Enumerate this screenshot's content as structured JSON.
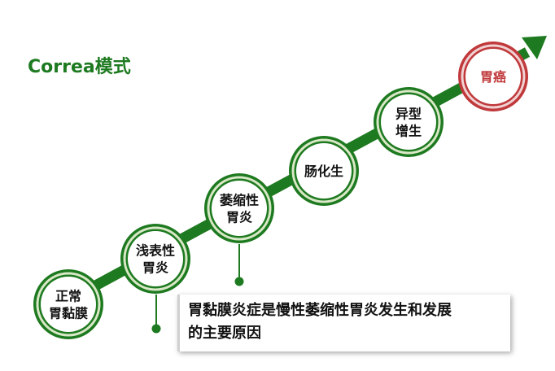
{
  "title": "Correa模式",
  "stages": [
    {
      "lines": [
        "正常",
        "胃黏膜"
      ],
      "kind": "normal"
    },
    {
      "lines": [
        "浅表性",
        "胃炎"
      ],
      "kind": "normal"
    },
    {
      "lines": [
        "萎缩性",
        "胃炎"
      ],
      "kind": "normal"
    },
    {
      "lines": [
        "肠化生"
      ],
      "kind": "normal"
    },
    {
      "lines": [
        "异型",
        "增生"
      ],
      "kind": "normal"
    },
    {
      "lines": [
        "胃癌"
      ],
      "kind": "cancer"
    }
  ],
  "note": {
    "line1": "胃黏膜炎症是慢性萎缩性胃炎发生和发展",
    "line2": "的主要原因"
  },
  "colors": {
    "green": "#1e7a20",
    "green_light": "#d9e8c6",
    "red": "#c0393b",
    "red_light": "#f1d2d3",
    "text": "#111111"
  }
}
